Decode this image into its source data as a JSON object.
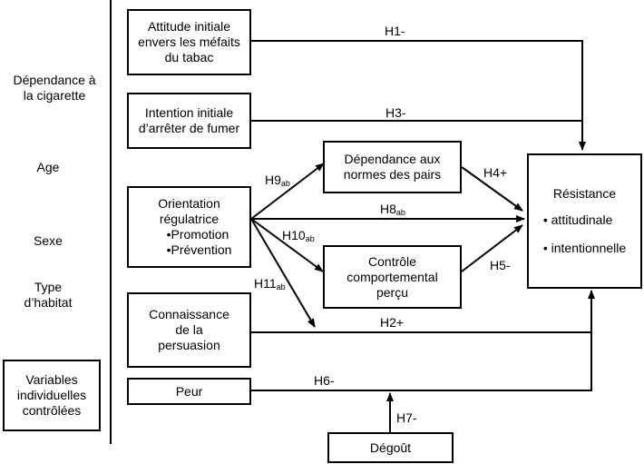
{
  "controls": {
    "dependance": "Dépendance à\nla cigarette",
    "age": "Age",
    "sexe": "Sexe",
    "habitat": "Type\nd’habitat",
    "title": "Variables\nindividuelles\ncontrôlées"
  },
  "boxes": {
    "attitude": "Attitude initiale\nenvers les méfaits\ndu tabac",
    "intention": "Intention initiale\nd’arrêter de fumer",
    "orientation_title": "Orientation\nrégulatrice",
    "orientation_items": [
      "Promotion",
      "Prévention"
    ],
    "connaissance": "Connaissance\nde la\npersuasion",
    "peur": "Peur",
    "normes": "Dépendance aux\nnormes des pairs",
    "controle": "Contrôle\ncomportemental\nperçu",
    "resistance_title": "Résistance",
    "resistance_items": [
      "attitudinale",
      "intentionnelle"
    ],
    "degout": "Dégoût"
  },
  "hypotheses": {
    "h1": {
      "main": "H1-",
      "sub": ""
    },
    "h3": {
      "main": "H3-",
      "sub": ""
    },
    "h4": {
      "main": "H4+",
      "sub": ""
    },
    "h5": {
      "main": "H5-",
      "sub": ""
    },
    "h2": {
      "main": "H2+",
      "sub": ""
    },
    "h6": {
      "main": "H6-",
      "sub": ""
    },
    "h7": {
      "main": "H7-",
      "sub": ""
    },
    "h8": {
      "main": "H8",
      "sub": "ab"
    },
    "h9": {
      "main": "H9",
      "sub": "ab"
    },
    "h10": {
      "main": "H10",
      "sub": "ab"
    },
    "h11": {
      "main": "H11",
      "sub": "ab"
    }
  },
  "bullet": "•"
}
